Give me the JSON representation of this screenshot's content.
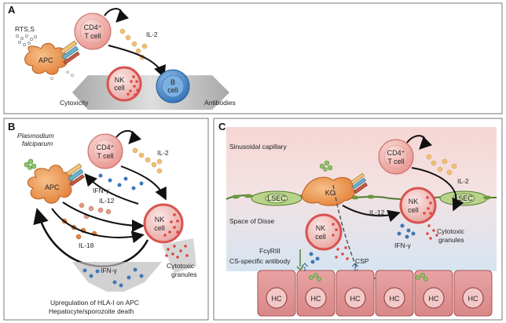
{
  "panels": {
    "a": {
      "letter": "A",
      "antigen": "RTS,S",
      "apc": "APC",
      "cd4_line1": "CD4⁺",
      "cd4_line2": "T cell",
      "cytokine": "IL-2",
      "nk_line1": "NK",
      "nk_line2": "cell",
      "b_line1": "B",
      "b_line2": "cell",
      "left_outcome": "Cytoxicity",
      "right_outcome": "Antibodies"
    },
    "b": {
      "letter": "B",
      "pathogen_line1": "Plasmodium",
      "pathogen_line2": "falciparum",
      "apc": "APC",
      "cd4_line1": "CD4⁺",
      "cd4_line2": "T cell",
      "il2": "IL-2",
      "ifng_top": "IFN-γ",
      "il12": "IL-12",
      "il18": "IL-18",
      "nk_line1": "NK",
      "nk_line2": "cell",
      "cytotoxic_line1": "Cytotoxic",
      "cytotoxic_line2": "granules",
      "ifng_bottom": "IFN-γ",
      "outcome_line1": "Upregulation of HLA-I on APC",
      "outcome_line2": "Hepatocyte/sporozoite death"
    },
    "c": {
      "letter": "C",
      "capillary": "Sinusoidal capillary",
      "lsec_left": "LSEC",
      "lsec_right": "LSEC",
      "kc": "KC",
      "disse": "Space of Disse",
      "cd4_line1": "CD4⁺",
      "cd4_line2": "T cell",
      "il2": "IL-2",
      "il12": "IL-12",
      "nk_top_line1": "NK",
      "nk_top_line2": "cell",
      "nk_bottom_line1": "NK",
      "nk_bottom_line2": "cell",
      "ifng": "IFN-γ",
      "cytotoxic_line1": "Cytotoxic",
      "cytotoxic_line2": "granules",
      "fcr": "FcγRIII",
      "antibody": "CS-specific antibody",
      "csp": "CSP",
      "hc": [
        "HC",
        "HC",
        "HC",
        "HC",
        "HC",
        "HC"
      ]
    }
  },
  "colors": {
    "apc": "#f0a35e",
    "cd4_fill": "#f2b9b4",
    "nk_fill": "#f5d0cc",
    "b_fill": "#4d8fcf",
    "granule": "#e0423f",
    "il2_dot": "#f1c078",
    "ifn_dot": "#3f78b5",
    "il12_dot": "#e09b84",
    "il18_dot": "#e5853c",
    "lsec": "#9dbf6e",
    "hepatocyte": "#e39b9b",
    "capillary_top": "#f6d9d7",
    "capillary_bottom": "#d9e6f2"
  }
}
